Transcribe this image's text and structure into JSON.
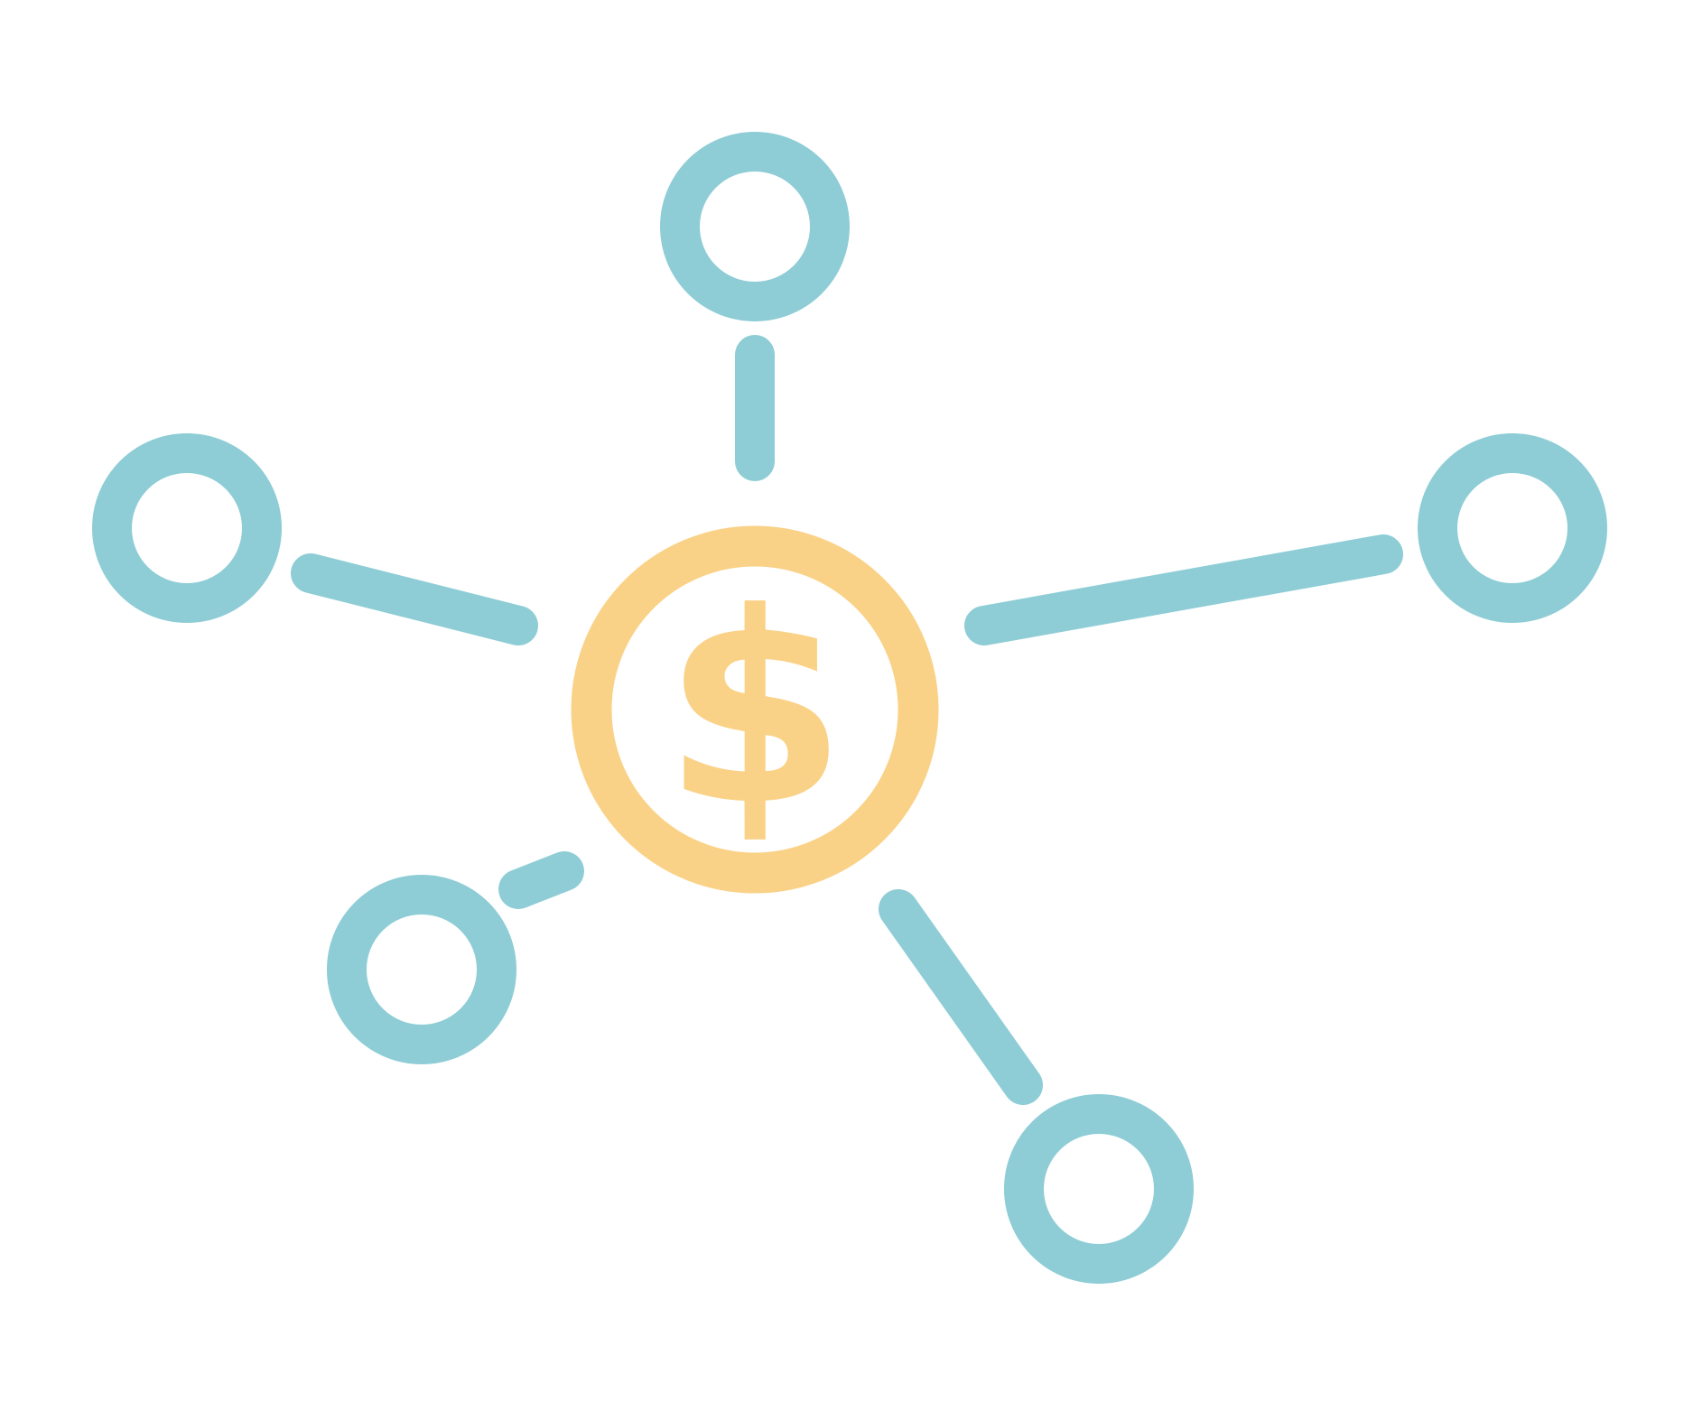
{
  "diagram": {
    "hub": {
      "icon": "dollar-coin-icon",
      "symbol": "$"
    },
    "nodes": [
      {
        "id": "top",
        "icon": "circle-node-icon"
      },
      {
        "id": "left",
        "icon": "circle-node-icon"
      },
      {
        "id": "right",
        "icon": "circle-node-icon"
      },
      {
        "id": "bottom-left",
        "icon": "circle-node-icon"
      },
      {
        "id": "bottom-right",
        "icon": "circle-node-icon"
      }
    ],
    "colors": {
      "node": "#8ecdd6",
      "hub": "#fad287",
      "background": "#ffffff"
    }
  }
}
